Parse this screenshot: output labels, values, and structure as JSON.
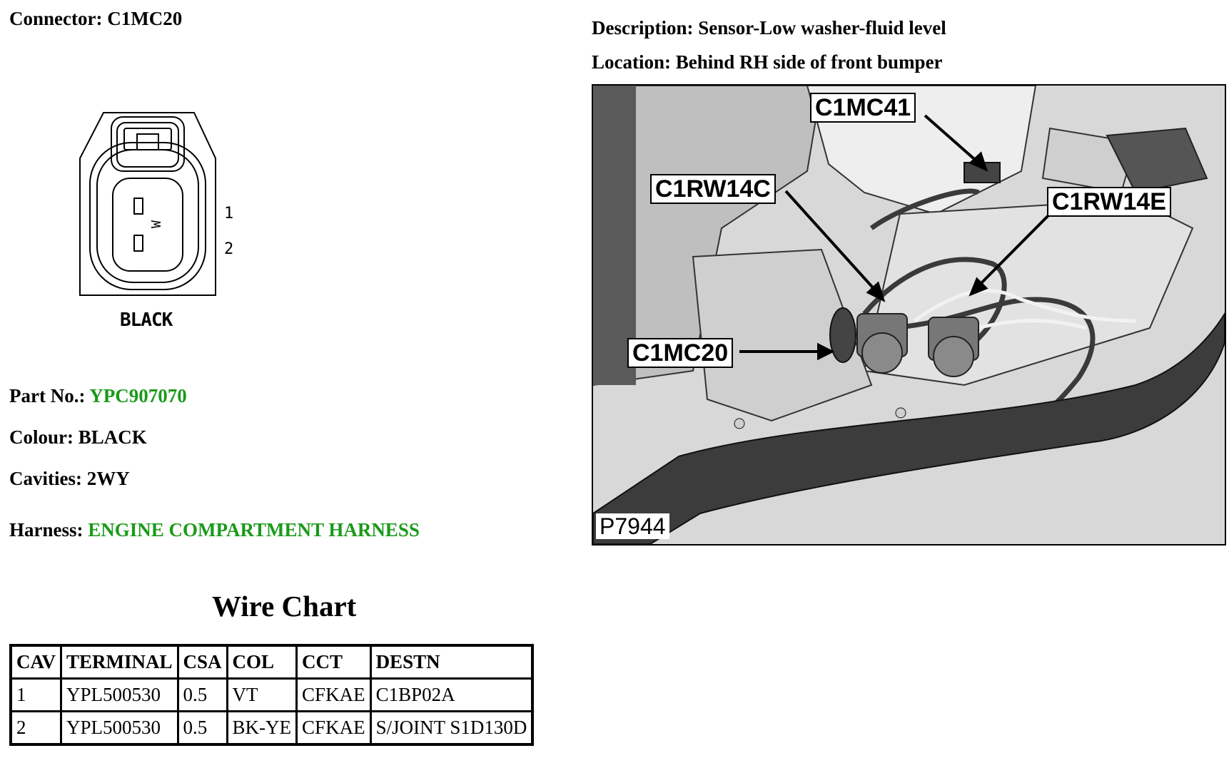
{
  "header": {
    "connector_label": "Connector:",
    "connector_value": "C1MC20",
    "description_label": "Description:",
    "description_value": "Sensor-Low washer-fluid level",
    "location_label": "Location:",
    "location_value": "Behind RH side of front bumper"
  },
  "connector_face": {
    "pin1": "1",
    "pin2": "2",
    "inner_mark": "W",
    "colour_caption": "BLACK"
  },
  "details": {
    "part_label": "Part No.:",
    "part_value": "YPC907070",
    "colour_label": "Colour:",
    "colour_value": "BLACK",
    "cavities_label": "Cavities:",
    "cavities_value": "2WY",
    "harness_label": "Harness:",
    "harness_value": "ENGINE COMPARTMENT HARNESS",
    "link_color": "#1a9a1a"
  },
  "photo": {
    "callouts": [
      "C1MC41",
      "C1RW14C",
      "C1RW14E",
      "C1MC20"
    ],
    "figure_id": "P7944"
  },
  "wire_chart": {
    "title": "Wire Chart",
    "columns": [
      "CAV",
      "TERMINAL",
      "CSA",
      "COL",
      "CCT",
      "DESTN"
    ],
    "rows": [
      [
        "1",
        "YPL500530",
        "0.5",
        "VT",
        "CFKAE",
        "C1BP02A"
      ],
      [
        "2",
        "YPL500530",
        "0.5",
        "BK-YE",
        "CFKAE",
        "S/JOINT S1D130D"
      ]
    ]
  }
}
